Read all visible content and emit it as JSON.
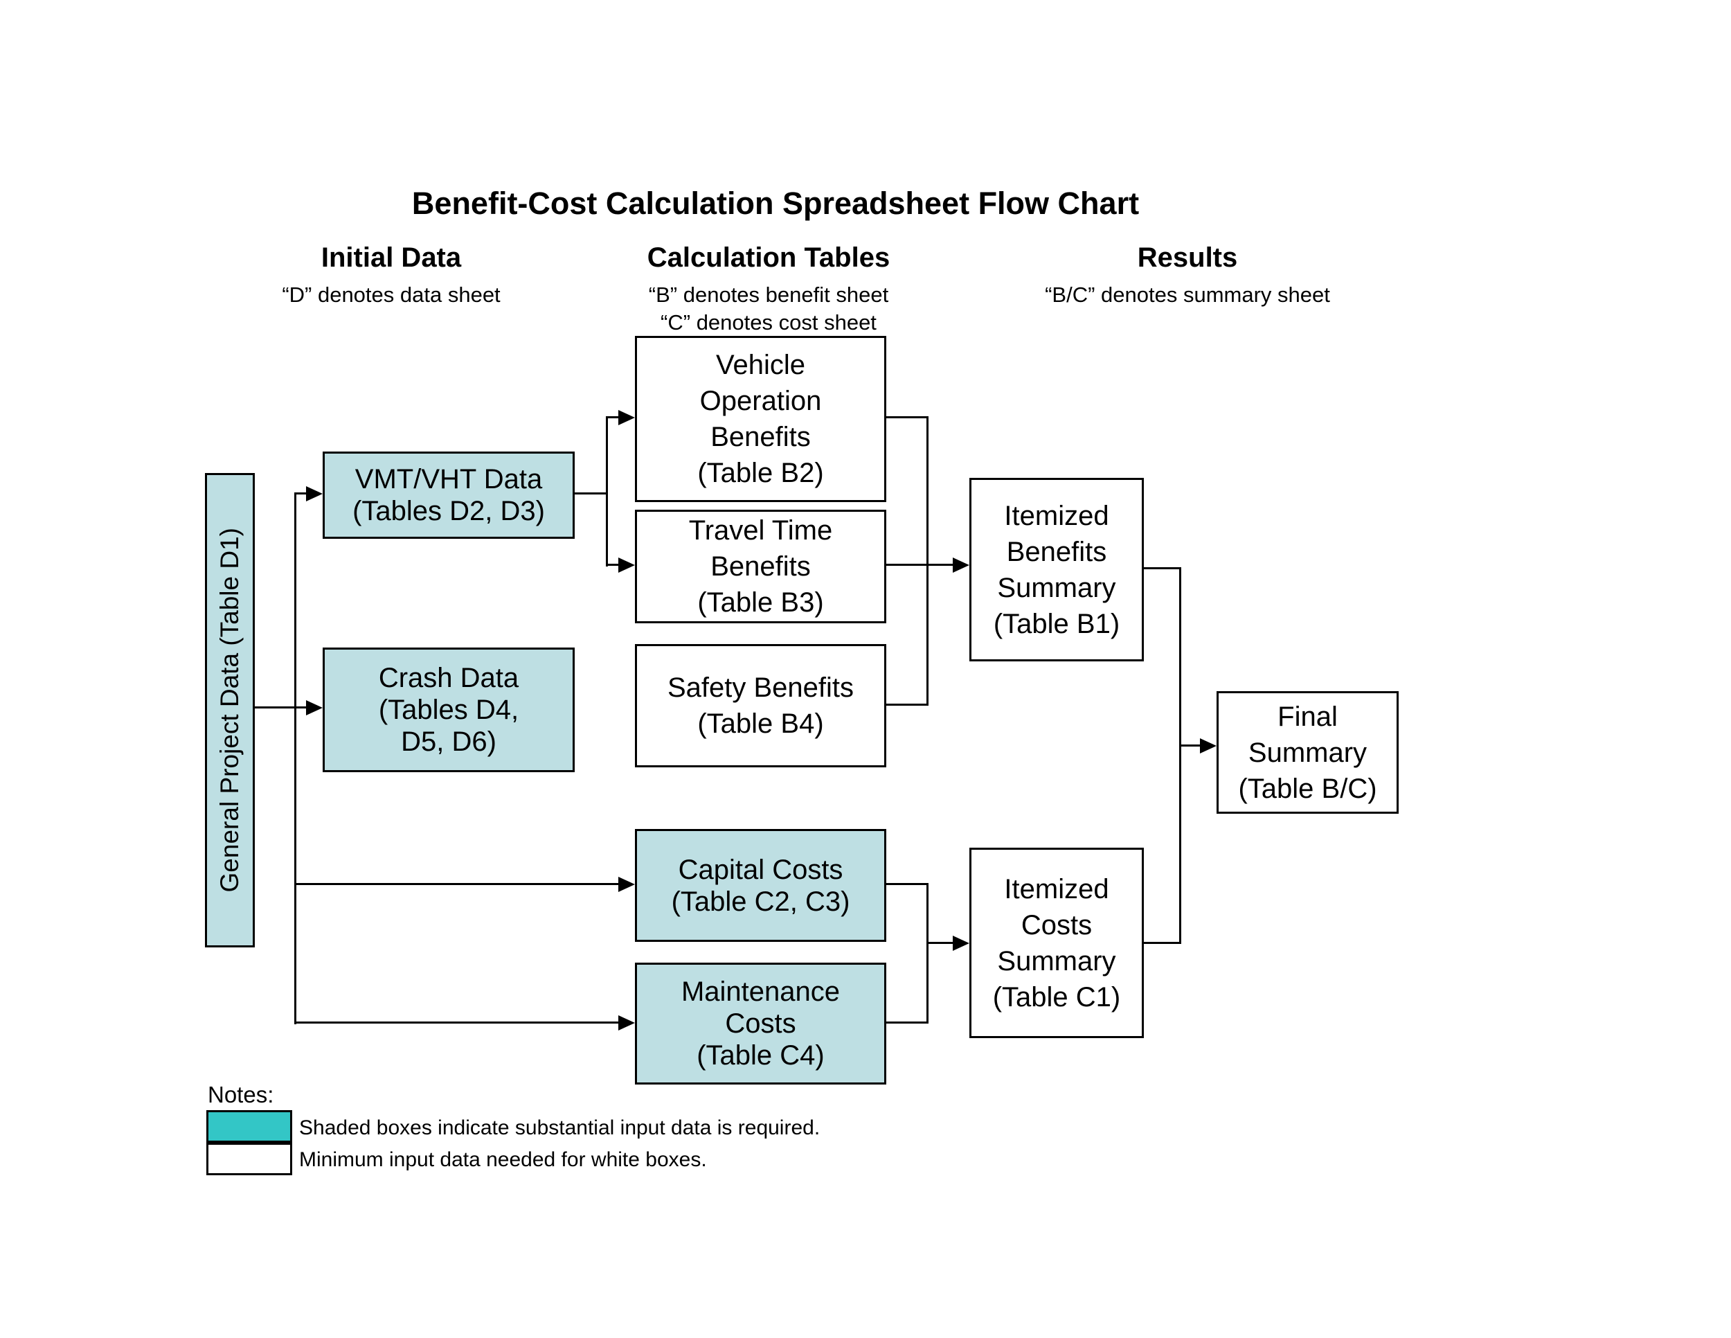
{
  "title": "Benefit-Cost Calculation Spreadsheet Flow Chart",
  "columns": [
    {
      "heading": "Initial Data",
      "sub": [
        "“D” denotes data sheet"
      ]
    },
    {
      "heading": "Calculation Tables",
      "sub": [
        "“B” denotes benefit sheet",
        "“C” denotes cost sheet"
      ]
    },
    {
      "heading": "Results",
      "sub": [
        "“B/C” denotes summary sheet"
      ]
    }
  ],
  "boxes": {
    "general": {
      "shaded": true,
      "label": "General Project Data (Table D1)"
    },
    "vmt": {
      "shaded": true,
      "lines": [
        "VMT/VHT Data",
        "(Tables D2, D3)"
      ]
    },
    "crash": {
      "shaded": true,
      "lines": [
        "Crash Data",
        "(Tables D4,",
        "D5, D6)"
      ]
    },
    "vehicle_op": {
      "shaded": false,
      "lines": [
        "Vehicle",
        "Operation",
        "Benefits",
        "(Table B2)"
      ]
    },
    "travel_time": {
      "shaded": false,
      "lines": [
        "Travel Time",
        "Benefits",
        "(Table B3)"
      ]
    },
    "safety": {
      "shaded": false,
      "lines": [
        "Safety Benefits",
        "(Table B4)"
      ]
    },
    "capital": {
      "shaded": true,
      "lines": [
        "Capital Costs",
        "(Table C2, C3)"
      ]
    },
    "maintenance": {
      "shaded": true,
      "lines": [
        "Maintenance",
        "Costs",
        "(Table C4)"
      ]
    },
    "item_benefits": {
      "shaded": false,
      "lines": [
        "Itemized",
        "Benefits",
        "Summary",
        "(Table B1)"
      ]
    },
    "item_costs": {
      "shaded": false,
      "lines": [
        "Itemized",
        "Costs",
        "Summary",
        "(Table C1)"
      ]
    },
    "final": {
      "shaded": false,
      "lines": [
        "Final",
        "Summary",
        "(Table B/C)"
      ]
    }
  },
  "legend": {
    "heading": "Notes:",
    "shaded_note": "Shaded boxes indicate substantial input data is required.",
    "white_note": "Minimum input data needed for white boxes."
  },
  "colors": {
    "shaded_box_fill": "#bedfe3",
    "legend_shaded_fill": "#33c6c6",
    "line_color": "#000000",
    "text_color": "#000000",
    "background": "#ffffff"
  }
}
